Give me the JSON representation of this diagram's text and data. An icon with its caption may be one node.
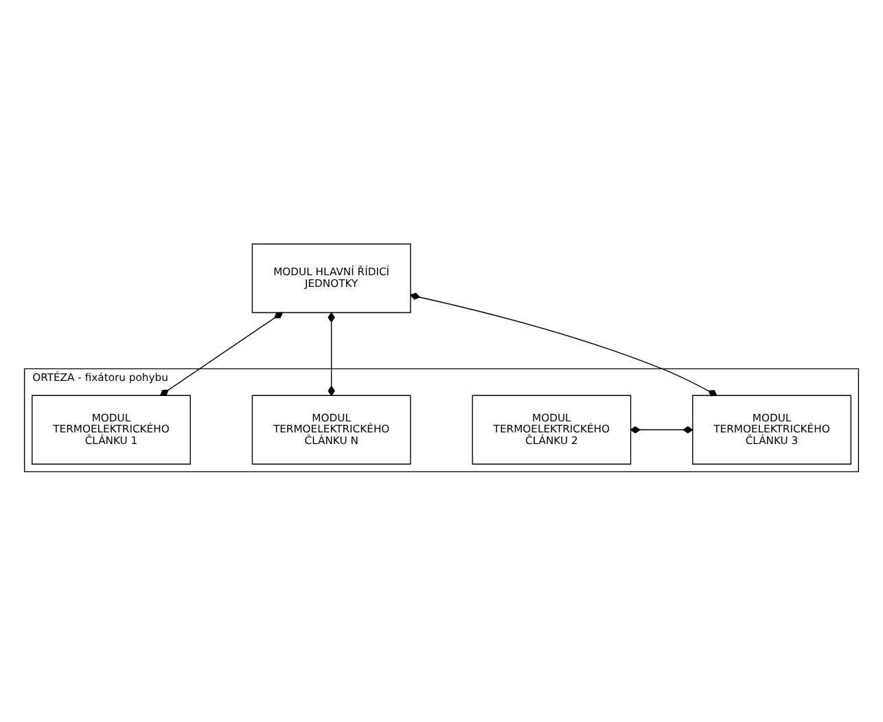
{
  "diagram": {
    "nodes": [
      {
        "text": [
          "MODUL HLAVNÍ ŘÍDICÍ JEDNOTKY"
        ]
      },
      {
        "text": [
          "ORTÉZA - fixátoru pohybu"
        ]
      },
      {
        "text": [
          "MODUL TERMOELEKTRICKÉHO ČLÁNKU 1"
        ],
        "in": 1
      },
      {
        "text": [
          "MODUL TERMOELEKTRICKÉHO ČLÁNKU N"
        ],
        "in": 1
      },
      {
        "text": [
          "MODUL TERMOELEKTRICKÉHO ČLÁNKU 2"
        ],
        "in": 1
      },
      {
        "text": [
          "MODUL TERMOELEKTRICKÉHO ČLÁNKU 3"
        ],
        "in": 1
      }
    ],
    "edges": [
      {
        "from": 0,
        "to": 2,
        "arrow": "other"
      },
      {
        "from": 0,
        "to": 3,
        "arrow": "other"
      },
      {
        "from": 0,
        "to": 5,
        "arrow": "other"
      },
      {
        "from": 4,
        "to": 5,
        "arrow": "other"
      }
    ]
  }
}
